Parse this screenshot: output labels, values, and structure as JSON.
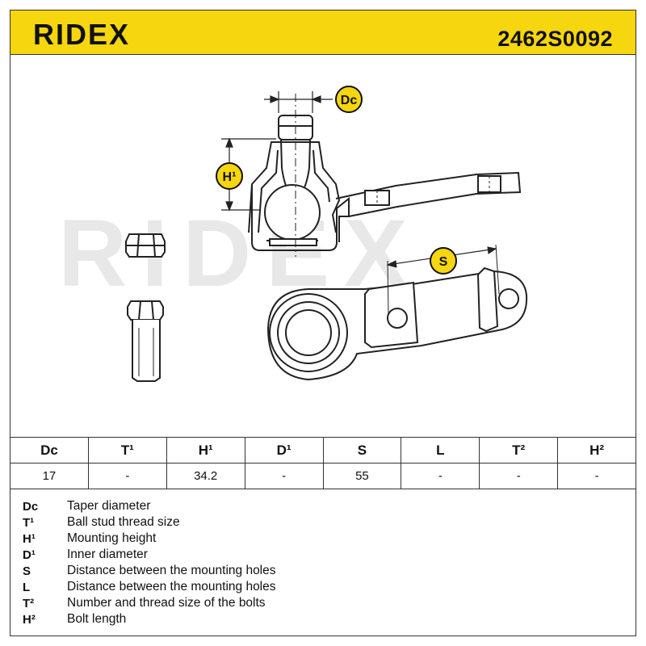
{
  "brand": "RIDEX",
  "part_number": "2462S0092",
  "diagram": {
    "watermark": "RIDEX",
    "callouts": {
      "dc": "Dc",
      "h1": "H¹",
      "s": "S"
    }
  },
  "table": {
    "headers": [
      "Dc",
      "T¹",
      "H¹",
      "D¹",
      "S",
      "L",
      "T²",
      "H²"
    ],
    "values": [
      "17",
      "-",
      "34.2",
      "-",
      "55",
      "-",
      "-",
      "-"
    ]
  },
  "legend": [
    {
      "code": "Dc",
      "desc": "Taper diameter"
    },
    {
      "code": "T¹",
      "desc": "Ball stud thread size"
    },
    {
      "code": "H¹",
      "desc": "Mounting height"
    },
    {
      "code": "D¹",
      "desc": "Inner diameter"
    },
    {
      "code": "S",
      "desc": "Distance between the mounting holes"
    },
    {
      "code": "L",
      "desc": "Distance between the mounting holes"
    },
    {
      "code": "T²",
      "desc": "Number and thread size of the bolts"
    },
    {
      "code": "H²",
      "desc": "Bolt length"
    }
  ],
  "colors": {
    "accent": "#f5d60f",
    "line": "#222222",
    "watermark": "#e6e6e6"
  }
}
